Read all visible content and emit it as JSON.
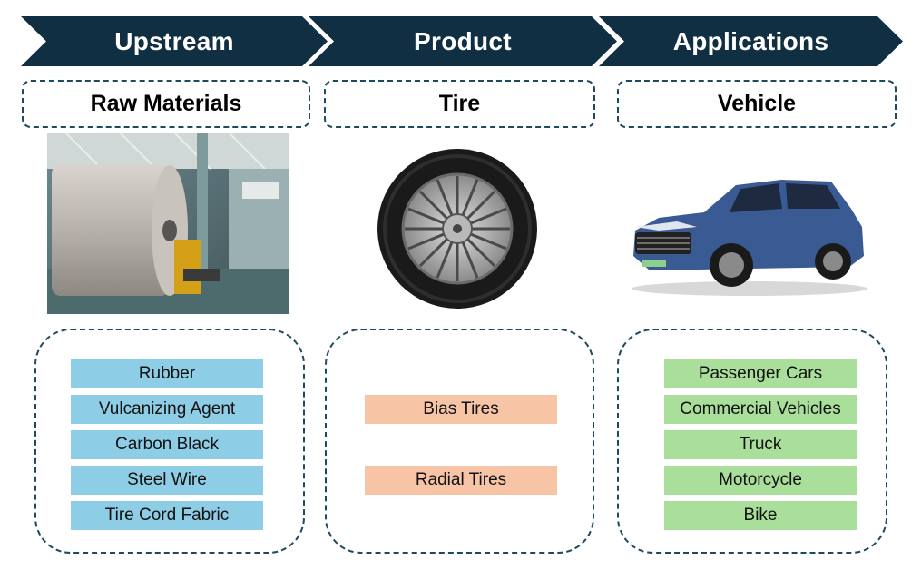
{
  "header": {
    "stages": [
      {
        "label": "Upstream"
      },
      {
        "label": "Product"
      },
      {
        "label": "Applications"
      }
    ]
  },
  "categories": {
    "upstream": "Raw Materials",
    "product": "Tire",
    "applications": "Vehicle"
  },
  "lists": {
    "upstream": [
      "Rubber",
      "Vulcanizing Agent",
      "Carbon Black",
      "Steel Wire",
      "Tire Cord Fabric"
    ],
    "product": [
      "Bias Tires",
      "Radial Tires"
    ],
    "applications": [
      "Passenger Cars",
      "Commercial Vehicles",
      "Truck",
      "Motorcycle",
      "Bike"
    ]
  },
  "colors": {
    "arrow": "#112f42",
    "upstream_item": "#8ecde6",
    "product_item": "#f7c5a6",
    "applications_item": "#a9df9a",
    "dashed_border": "#1e4a5e"
  }
}
